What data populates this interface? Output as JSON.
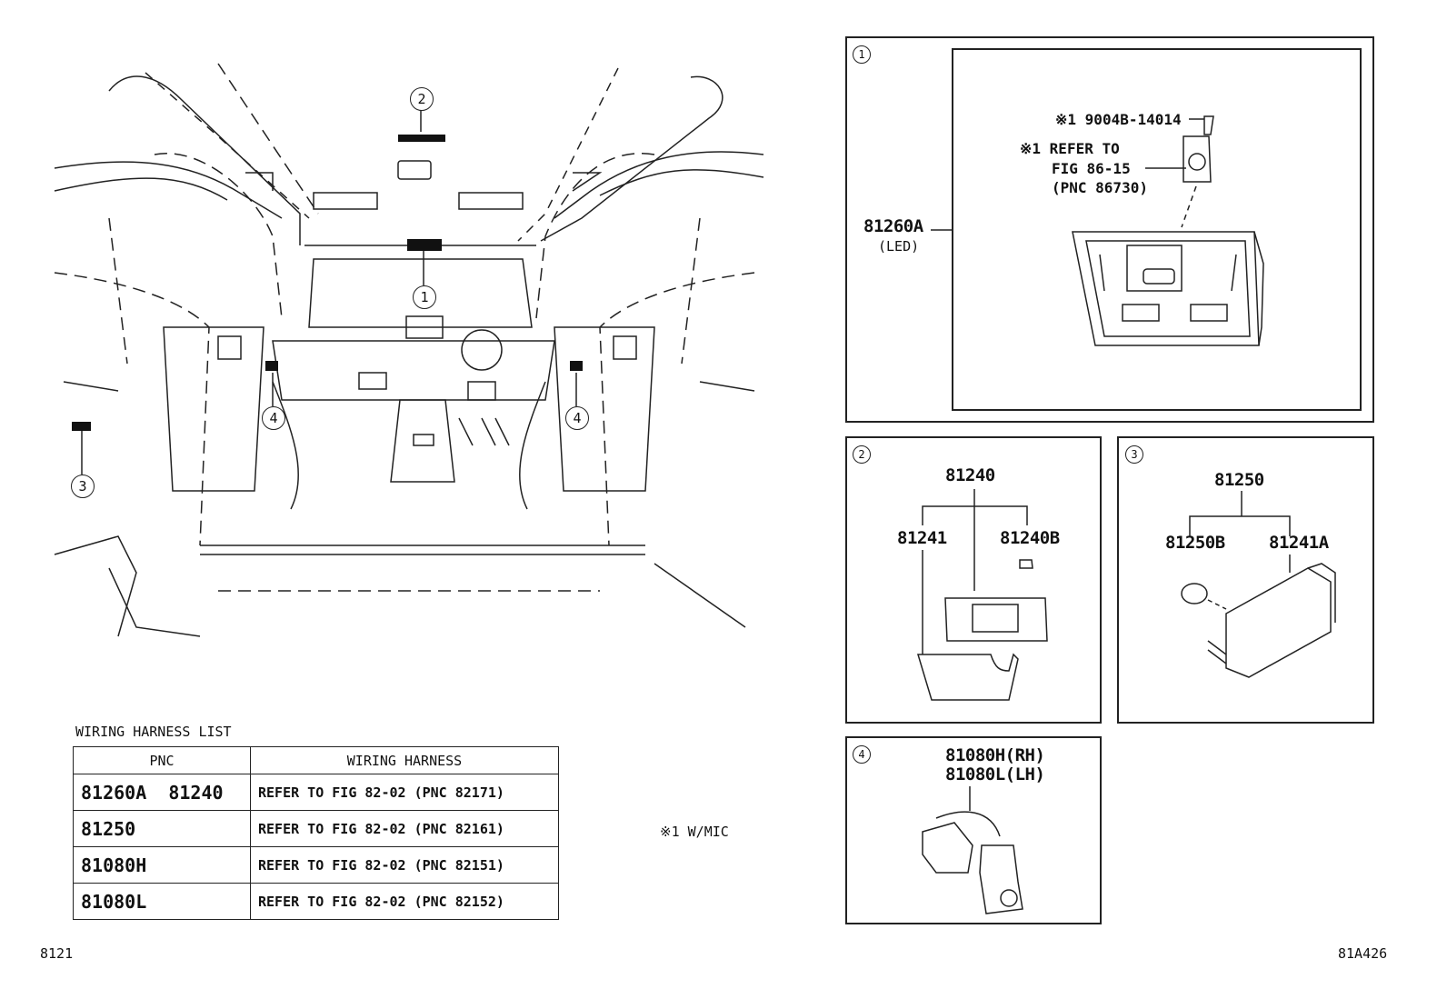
{
  "main_view": {
    "callout_1": "1",
    "callout_2": "2",
    "callout_3": "3",
    "callout_4_left": "4",
    "callout_4_right": "4"
  },
  "panel_1": {
    "number": "1",
    "part_main": "81260A",
    "part_main_sub": "(LED)",
    "note_bolt": "※1 9004B-14014",
    "note_refer_line1": "※1 REFER TO",
    "note_refer_line2": "FIG 86-15",
    "note_refer_line3": "(PNC 86730)"
  },
  "panel_2": {
    "number": "2",
    "part_assembly": "81240",
    "part_left": "81241",
    "part_right": "81240B"
  },
  "panel_3": {
    "number": "3",
    "part_assembly": "81250",
    "part_left": "81250B",
    "part_right": "81241A"
  },
  "panel_4": {
    "number": "4",
    "part_rh": "81080H(RH)",
    "part_lh": "81080L(LH)"
  },
  "wiring_harness": {
    "title": "WIRING HARNESS LIST",
    "col_pnc": "PNC",
    "col_harness": "WIRING HARNESS",
    "rows": [
      {
        "pnc": "81260A  81240",
        "harness": "REFER TO FIG 82-02 (PNC 82171)"
      },
      {
        "pnc": "81250",
        "harness": "REFER TO FIG 82-02 (PNC 82161)"
      },
      {
        "pnc": "81080H",
        "harness": "REFER TO FIG 82-02 (PNC 82151)"
      },
      {
        "pnc": "81080L",
        "harness": "REFER TO FIG 82-02 (PNC 82152)"
      }
    ]
  },
  "footnote": "※1 W/MIC",
  "page_code_left": "8121",
  "page_code_right": "81A426"
}
